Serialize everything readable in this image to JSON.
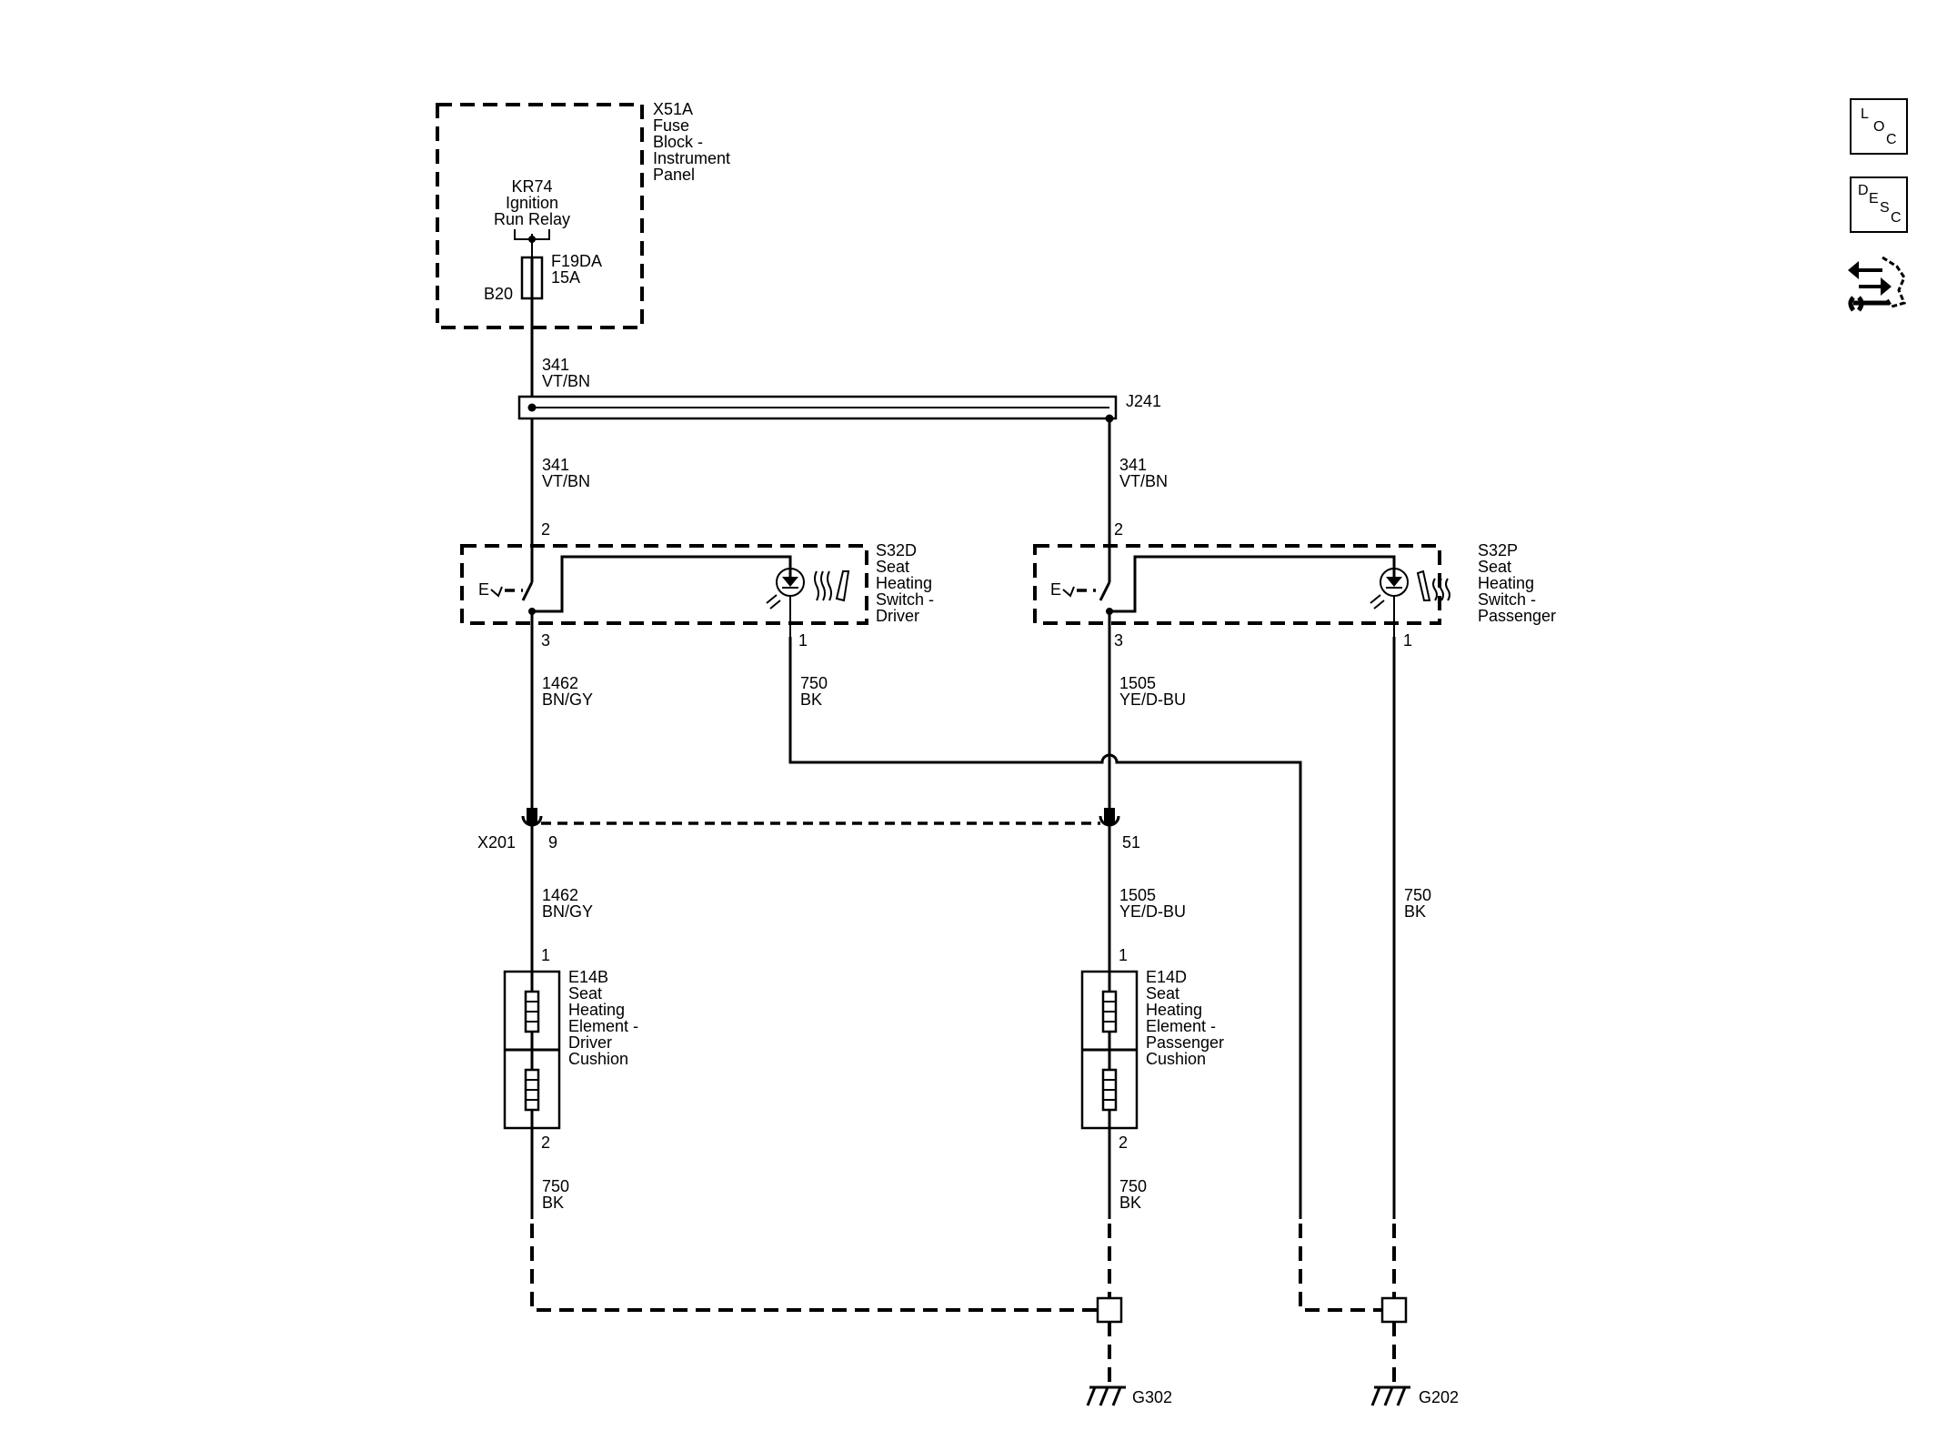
{
  "components": {
    "fuse_block": {
      "id": "X51A",
      "name_lines": [
        "Fuse",
        "Block -",
        "Instrument",
        "Panel"
      ]
    },
    "relay": {
      "lines": [
        "KR74",
        "Ignition",
        "Run Relay"
      ]
    },
    "fuse": {
      "id": "F19DA",
      "rating": "15A",
      "terminal": "B20"
    },
    "splice": {
      "id": "J241"
    },
    "switch_driver": {
      "id": "S32D",
      "name_lines": [
        "Seat",
        "Heating",
        "Switch -",
        "Driver"
      ],
      "pin_in": "2",
      "pin_out": "3",
      "pin_gnd": "1"
    },
    "switch_passenger": {
      "id": "S32P",
      "name_lines": [
        "Seat",
        "Heating",
        "Switch -",
        "Passenger"
      ],
      "pin_in": "2",
      "pin_out": "3",
      "pin_gnd": "1"
    },
    "connector": {
      "id": "X201",
      "pin_driver": "9",
      "pin_passenger": "51"
    },
    "element_driver": {
      "id": "E14B",
      "name_lines": [
        "Seat",
        "Heating",
        "Element -",
        "Driver",
        "Cushion"
      ],
      "pin_top": "1",
      "pin_bottom": "2"
    },
    "element_passenger": {
      "id": "E14D",
      "name_lines": [
        "Seat",
        "Heating",
        "Element -",
        "Passenger",
        "Cushion"
      ],
      "pin_top": "1",
      "pin_bottom": "2"
    },
    "ground_1": {
      "id": "G302"
    },
    "ground_2": {
      "id": "G202"
    }
  },
  "wires": {
    "w341_a": {
      "circuit": "341",
      "color": "VT/BN"
    },
    "w341_b": {
      "circuit": "341",
      "color": "VT/BN"
    },
    "w341_c": {
      "circuit": "341",
      "color": "VT/BN"
    },
    "w1462_a": {
      "circuit": "1462",
      "color": "BN/GY"
    },
    "w1462_b": {
      "circuit": "1462",
      "color": "BN/GY"
    },
    "w750_sw_d": {
      "circuit": "750",
      "color": "BK"
    },
    "w1505_a": {
      "circuit": "1505",
      "color": "YE/D-BU"
    },
    "w1505_b": {
      "circuit": "1505",
      "color": "YE/D-BU"
    },
    "w750_sw_p": {
      "circuit": "750",
      "color": "BK"
    },
    "w750_el_d": {
      "circuit": "750",
      "color": "BK"
    },
    "w750_el_p": {
      "circuit": "750",
      "color": "BK"
    }
  },
  "side_buttons": {
    "loc": {
      "letters": [
        "L",
        "O",
        "C"
      ]
    },
    "desc": {
      "letters": [
        "D",
        "E",
        "S",
        "C"
      ]
    },
    "nav_icon": "wrench-arrows-icon"
  }
}
